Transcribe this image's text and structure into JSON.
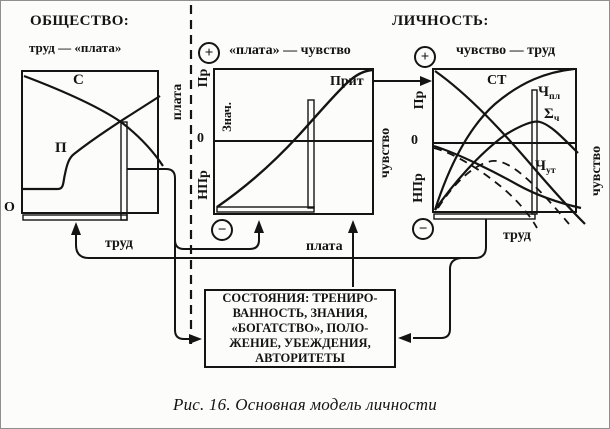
{
  "headers": {
    "society": "ОБЩЕСТВО:",
    "society_sub": "труд — «плата»",
    "personality": "ЛИЧНОСТЬ:"
  },
  "signs": {
    "plus": "+",
    "minus": "−"
  },
  "society_graph": {
    "curve_c": "С",
    "curve_p": "П",
    "origin": "О",
    "axis_out": "плата"
  },
  "feel_graph": {
    "heading": "«плата» — чувство",
    "y_top": "Пр",
    "y_zero": "0",
    "y_bottom": "НПр",
    "y_inner": "Знач.",
    "curve": "Прит",
    "axis_out": "чувство"
  },
  "work_graph": {
    "heading": "чувство — труд",
    "y_top": "Пр",
    "y_zero": "0",
    "y_bottom": "НПр",
    "curve_st": "СТ",
    "curve_chpl": {
      "base": "Ч",
      "sub": "пл"
    },
    "curve_sum": {
      "base": "Σ",
      "sub": "ч"
    },
    "curve_chut": {
      "base": "Ч",
      "sub": "ут"
    },
    "axis_out": "чувство"
  },
  "feedback": {
    "trud_to_society": "труд",
    "plata_to_person": "плата",
    "trud_from_person": "труд"
  },
  "states_box": {
    "lines": [
      "СОСТОЯНИЯ: ТРЕНИРО-",
      "ВАННОСТЬ, ЗНАНИЯ,",
      "«БОГАТСТВО», ПОЛО-",
      "ЖЕНИЕ, УБЕЖДЕНИЯ,",
      "АВТОРИТЕТЫ"
    ]
  },
  "figure": {
    "caption": "Рис. 16. Основная модель личности"
  },
  "colors": {
    "ink": "#141414",
    "paper": "#fcfcfa"
  }
}
